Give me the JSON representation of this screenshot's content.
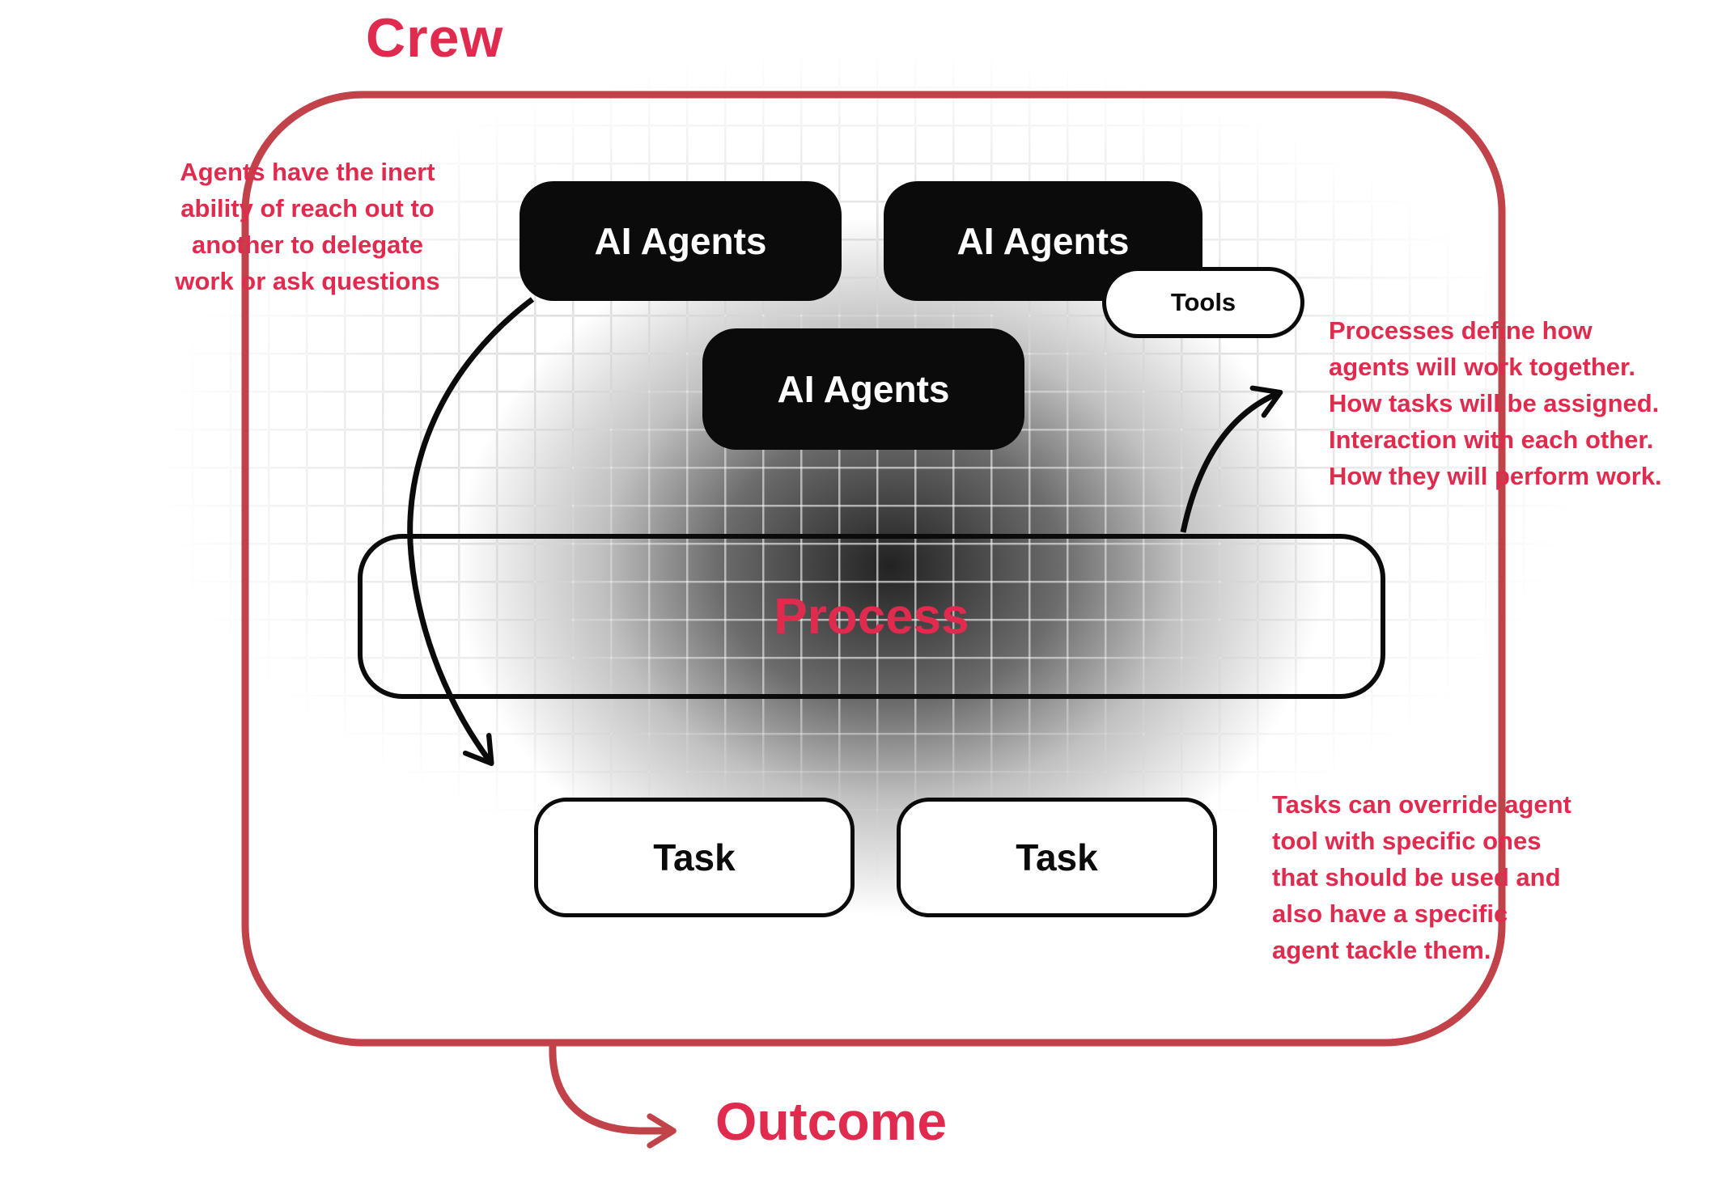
{
  "labels": {
    "crew": "Crew",
    "outcome": "Outcome"
  },
  "boxes": {
    "agents1": "AI Agents",
    "agents2": "AI Agents",
    "agents3": "AI Agents",
    "tools": "Tools",
    "process": "Process",
    "task1": "Task",
    "task2": "Task"
  },
  "notes": {
    "left": [
      "Agents have the inert",
      "ability of reach out to",
      "another to delegate",
      "work or ask questions"
    ],
    "right_top": [
      "Processes define how",
      "agents will work together.",
      "How tasks will be assigned.",
      "Interaction with each other.",
      "How they will perform work."
    ],
    "right_bottom": [
      "Tasks can override agent",
      "tool with specific ones",
      "that should be used and",
      "also have a specific",
      "agent tackle them."
    ]
  },
  "colors": {
    "accent": "#e02b4f",
    "frame": "#c14349",
    "box_black": "#0b0b0b"
  }
}
